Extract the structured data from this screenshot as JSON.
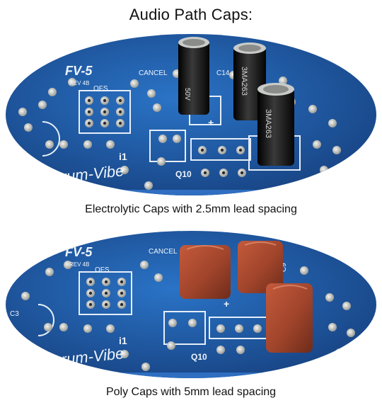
{
  "title": "Audio Path Caps:",
  "photos": [
    {
      "caption": "Electrolytic Caps with 2.5mm lead spacing",
      "pcb_labels": {
        "model": "FV-5",
        "rev": "REV 4B",
        "ofs": "OFS",
        "cancel": "CANCEL",
        "c14": "C14",
        "i1": "i1",
        "q10": "Q10",
        "brand": "Forum-Vibe",
        "plus": "+"
      },
      "cap_markings": {
        "a": "50V",
        "b": "3MA263",
        "c": "3MA263"
      }
    },
    {
      "caption": "Poly Caps with 5mm lead spacing",
      "pcb_labels": {
        "model": "FV-5",
        "rev": "REV 4B",
        "ofs": "OFS",
        "cancel": "CANCEL",
        "i1": "i1",
        "q10": "Q10",
        "brand": "Forum-Vibe",
        "plus": "+",
        "c9": "C9",
        "c3": "C3"
      }
    }
  ],
  "colors": {
    "pcb_blue": "#1f5fb0",
    "pcb_dark": "#123e7a",
    "pad_gold": "#c9cbc6",
    "electrolytic": "#1a1a1a",
    "poly_cap": "#a0442b"
  }
}
